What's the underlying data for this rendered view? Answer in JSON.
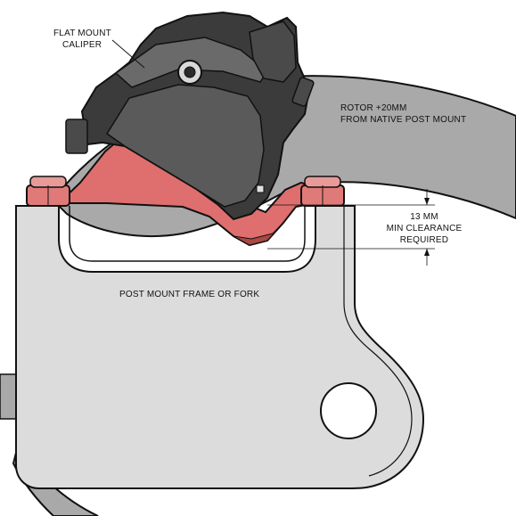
{
  "labels": {
    "caliper": [
      "FLAT MOUNT",
      "CALIPER"
    ],
    "rotor": [
      "ROTOR +20MM",
      "FROM NATIVE POST MOUNT"
    ],
    "clearance": [
      "13 MM",
      "MIN CLEARANCE",
      "REQUIRED"
    ],
    "frame": "POST MOUNT FRAME OR FORK"
  },
  "colors": {
    "frame": "#dcdcdc",
    "rotor": "#a9a9a9",
    "adapter": "#de6f6e",
    "bolt": "#e07a78",
    "caliper_dark": "#3b3b3b",
    "caliper_mid": "#5a5a5a",
    "outline": "#111111"
  }
}
